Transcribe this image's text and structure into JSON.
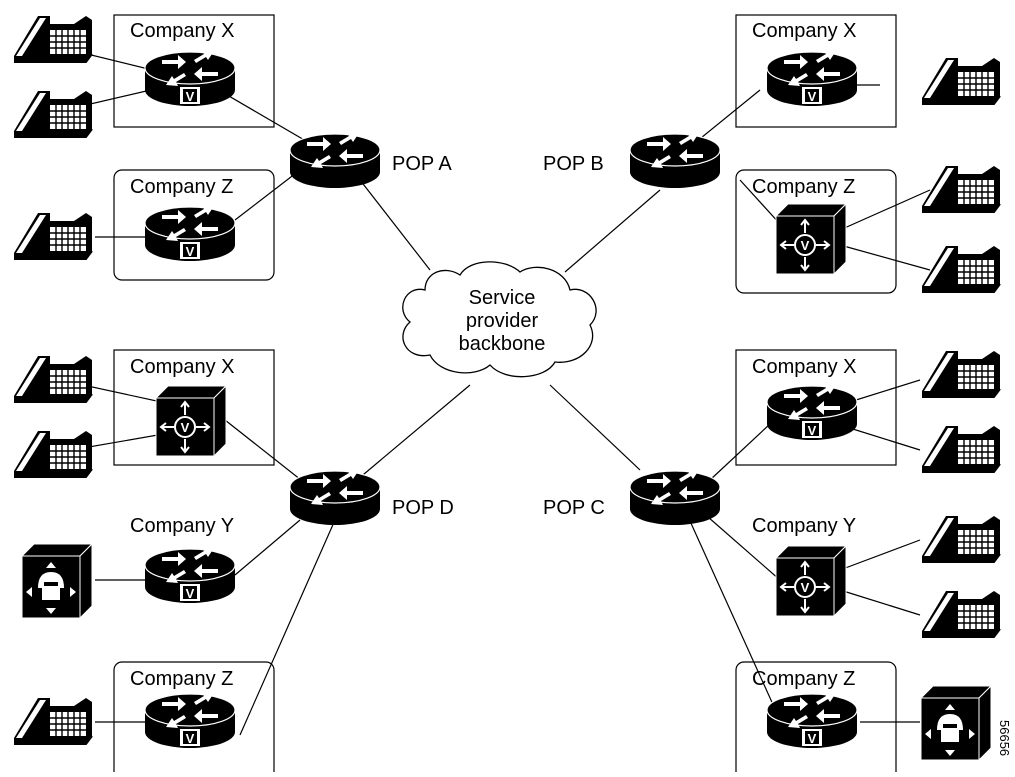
{
  "cloud": {
    "line1": "Service",
    "line2": "provider",
    "line3": "backbone"
  },
  "pops": {
    "a": "POP A",
    "b": "POP B",
    "c": "POP C",
    "d": "POP D"
  },
  "sites": {
    "a_top": "Company X",
    "a_bottom": "Company Z",
    "b_top": "Company X",
    "b_bottom": "Company Z",
    "d_top": "Company X",
    "d_mid": "Company Y",
    "d_bottom": "Company Z",
    "c_top": "Company X",
    "c_mid": "Company Y",
    "c_bottom": "Company Z"
  },
  "voice_badge": "V",
  "figure_number": "56656",
  "icons": [
    "router-icon",
    "voice-router-icon",
    "voice-switch-icon",
    "telephone-icon",
    "pbx-icon",
    "cloud-icon"
  ]
}
